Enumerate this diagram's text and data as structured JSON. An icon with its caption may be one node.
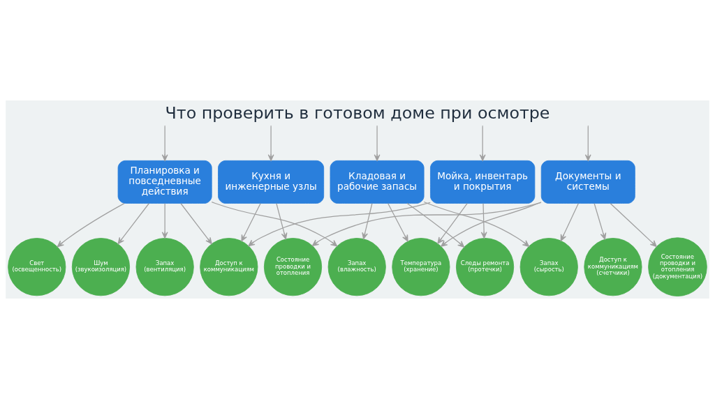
{
  "diagram": {
    "title": "Что проверить в готовом доме при осмотре",
    "nodes": [
      {
        "text": [
          "Планировка и повседневные действия"
        ]
      },
      {
        "text": [
          "Кухня и инженерные узлы"
        ]
      },
      {
        "text": [
          "Кладовая и рабочие запасы"
        ]
      },
      {
        "text": [
          "Мойка, инвентарь и покрытия"
        ]
      },
      {
        "text": [
          "Документы и системы"
        ]
      },
      {
        "text": [
          "Свет",
          "(освещенность)"
        ]
      },
      {
        "text": [
          "Шум",
          "(звукоизоляция)"
        ]
      },
      {
        "text": [
          "Запах",
          "(вентиляция)"
        ]
      },
      {
        "text": [
          "Доступ к коммуникациям"
        ]
      },
      {
        "text": [
          "Состояние проводки и отопления"
        ]
      },
      {
        "text": [
          "Запах",
          "(влажность)"
        ]
      },
      {
        "text": [
          "Температура",
          "(хранение)"
        ]
      },
      {
        "text": [
          "Следы ремонта",
          "(протечки)"
        ]
      },
      {
        "text": [
          "Запах",
          "(сырость)"
        ]
      },
      {
        "text": [
          "Доступ к коммуникациям",
          "(счетчики)"
        ]
      },
      {
        "text": [
          "Состояние проводки и отопления",
          "(документация)"
        ]
      }
    ],
    "edges": [
      {
        "from": null,
        "to": 0,
        "arrow": "to"
      },
      {
        "from": null,
        "to": 1,
        "arrow": "to"
      },
      {
        "from": null,
        "to": 2,
        "arrow": "to"
      },
      {
        "from": null,
        "to": 3,
        "arrow": "to"
      },
      {
        "from": null,
        "to": 4,
        "arrow": "to"
      },
      {
        "from": 0,
        "to": 5,
        "arrow": "to"
      },
      {
        "from": 0,
        "to": 6,
        "arrow": "to"
      },
      {
        "from": 0,
        "to": 7,
        "arrow": "to"
      },
      {
        "from": 0,
        "to": 8,
        "arrow": "to"
      },
      {
        "from": 0,
        "to": 10,
        "arrow": "to"
      },
      {
        "from": 1,
        "to": 8,
        "arrow": "to"
      },
      {
        "from": 1,
        "to": 9,
        "arrow": "to"
      },
      {
        "from": 2,
        "to": 10,
        "arrow": "to"
      },
      {
        "from": 2,
        "to": 11,
        "arrow": "to"
      },
      {
        "from": 2,
        "to": 12,
        "arrow": "to"
      },
      {
        "from": 2,
        "to": 13,
        "arrow": "to"
      },
      {
        "from": 3,
        "to": 8,
        "arrow": "to"
      },
      {
        "from": 3,
        "to": 11,
        "arrow": "to"
      },
      {
        "from": 3,
        "to": 12,
        "arrow": "to"
      },
      {
        "from": 4,
        "to": 9,
        "arrow": "to"
      },
      {
        "from": 4,
        "to": 11,
        "arrow": "to"
      },
      {
        "from": 4,
        "to": 13,
        "arrow": "to"
      },
      {
        "from": 4,
        "to": 14,
        "arrow": "to"
      },
      {
        "from": 4,
        "to": 15,
        "arrow": "to"
      }
    ]
  }
}
